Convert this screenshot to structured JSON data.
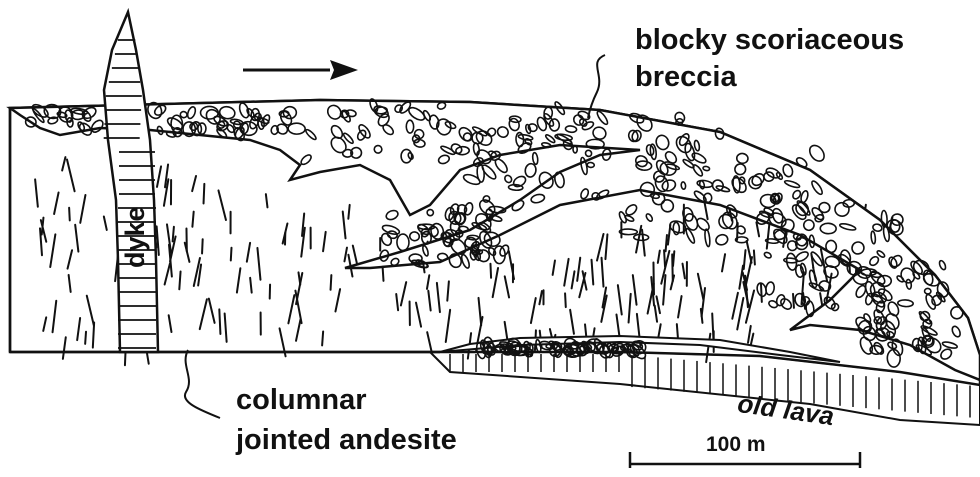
{
  "labels": {
    "breccia_line1": "blocky scoriaceous",
    "breccia_line2": "breccia",
    "dyke": "dyke",
    "columnar_line1": "columnar",
    "columnar_line2": "jointed andesite",
    "old_lava": "old lava",
    "scale": "100 m"
  },
  "colors": {
    "ink": "#111111",
    "background": "#ffffff"
  }
}
